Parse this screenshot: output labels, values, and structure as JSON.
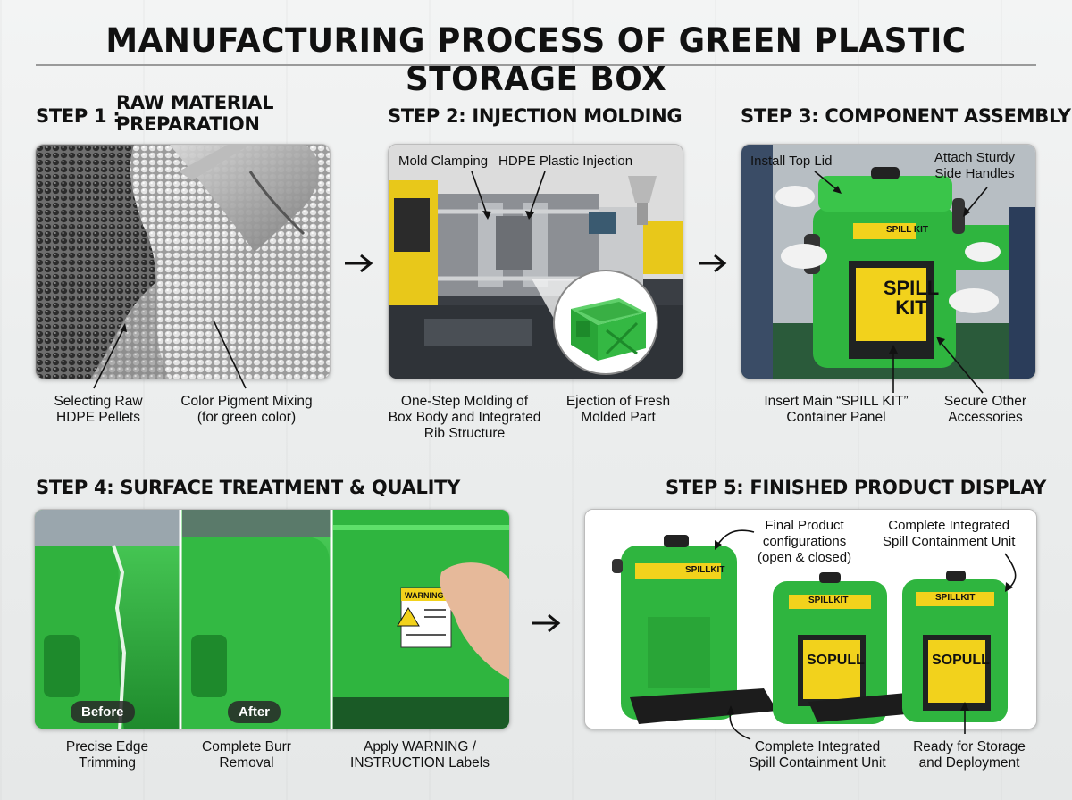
{
  "title": "MANUFACTURING PROCESS OF GREEN PLASTIC STORAGE BOX",
  "steps": [
    {
      "heading_prefix": "STEP 1 :",
      "heading": "RAW MATERIAL\nPREPARATION",
      "captions": [
        "Selecting Raw\nHDPE Pellets",
        "Color Pigment Mixing\n(for green color)"
      ]
    },
    {
      "heading": "STEP 2: INJECTION MOLDING",
      "callouts": [
        "Mold Clamping",
        "HDPE Plastic Injection"
      ],
      "captions": [
        "One-Step Molding of\nBox Body and Integrated\nRib Structure",
        "Ejection of Fresh\nMolded Part"
      ]
    },
    {
      "heading": "STEP 3: COMPONENT ASSEMBLY",
      "callouts": [
        "Install Top Lid",
        "Attach Sturdy\nSide Handles"
      ],
      "labels": [
        "SPILL KIT",
        "SPILL KIT"
      ],
      "captions": [
        "Insert Main “SPILL KIT”\nContainer Panel",
        "Secure Other\nAccessories"
      ]
    },
    {
      "heading": "STEP 4: SURFACE TREATMENT & QUALITY",
      "tags": [
        "Before",
        "After"
      ],
      "label": "WARNING",
      "captions": [
        "Precise Edge\nTrimming",
        "Complete Burr\nRemoval",
        "Apply WARNING /\nINSTRUCTION Labels"
      ]
    },
    {
      "heading": "STEP 5:  FINISHED PRODUCT DISPLAY",
      "callouts": [
        "Final Product\nconfigurations\n(open & closed)",
        "Complete Integrated\nSpill Containment Unit"
      ],
      "labels": [
        "SPILLKIT",
        "SPILLKIT",
        "SPILLKIT",
        "SOPULL",
        "SOPULL"
      ],
      "captions": [
        "Complete Integrated\nSpill Containment Unit",
        "Ready for Storage\nand Deployment"
      ]
    }
  ],
  "colors": {
    "green": "#2fb53f",
    "green_dark": "#1d8a2a",
    "yellow": "#f2d21c",
    "machine_yellow": "#e8c81a"
  }
}
